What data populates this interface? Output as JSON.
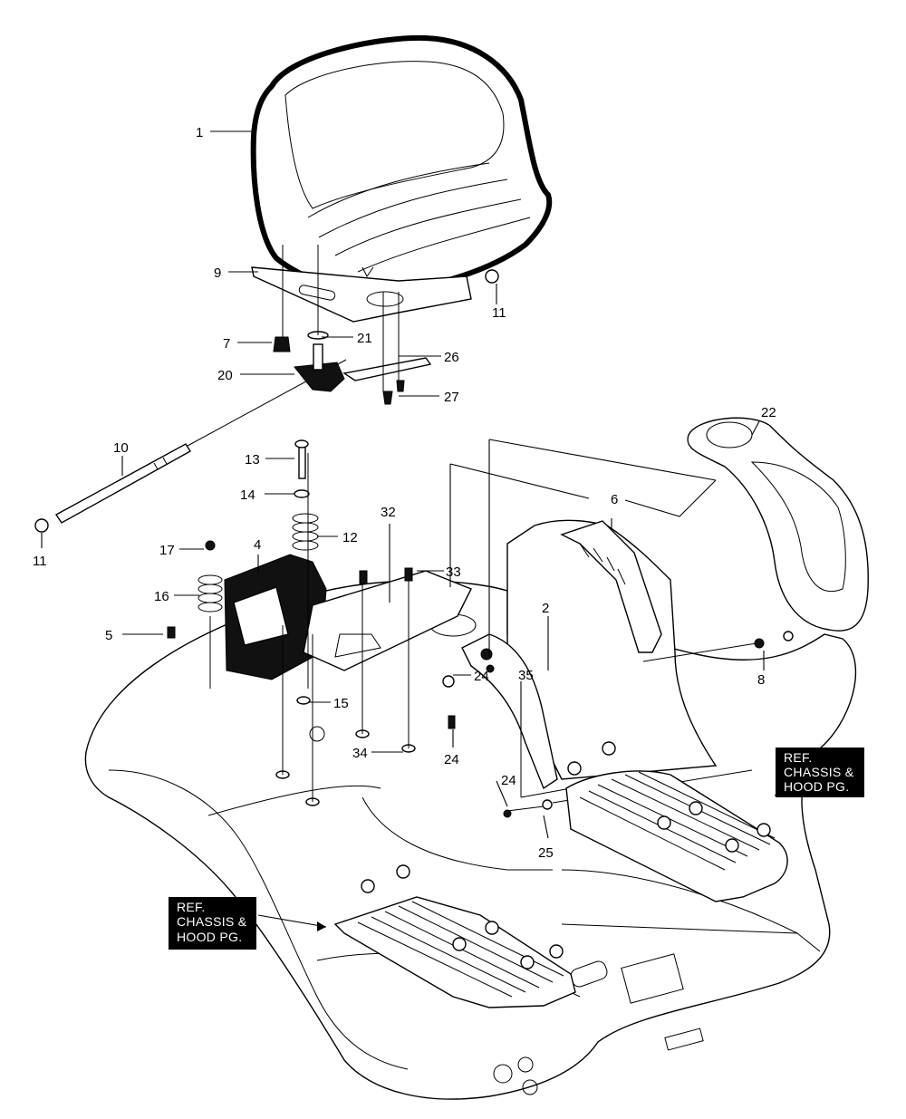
{
  "callouts": {
    "c1": "1",
    "c2": "2",
    "c4": "4",
    "c5": "5",
    "c6": "6",
    "c7": "7",
    "c8": "8",
    "c9": "9",
    "c10": "10",
    "c11a": "11",
    "c11b": "11",
    "c12": "12",
    "c13": "13",
    "c14": "14",
    "c15": "15",
    "c16": "16",
    "c17": "17",
    "c20": "20",
    "c21": "21",
    "c22": "22",
    "c24a": "24",
    "c24b": "24",
    "c24c": "24",
    "c25": "25",
    "c26": "26",
    "c27": "27",
    "c32": "32",
    "c33": "33",
    "c34": "34",
    "c35": "35"
  },
  "ref_right": {
    "line1": "REF.",
    "line2": "CHASSIS &",
    "line3": "HOOD PG."
  },
  "ref_left": {
    "line1": "REF.",
    "line2": "CHASSIS &",
    "line3": "HOOD PG."
  }
}
